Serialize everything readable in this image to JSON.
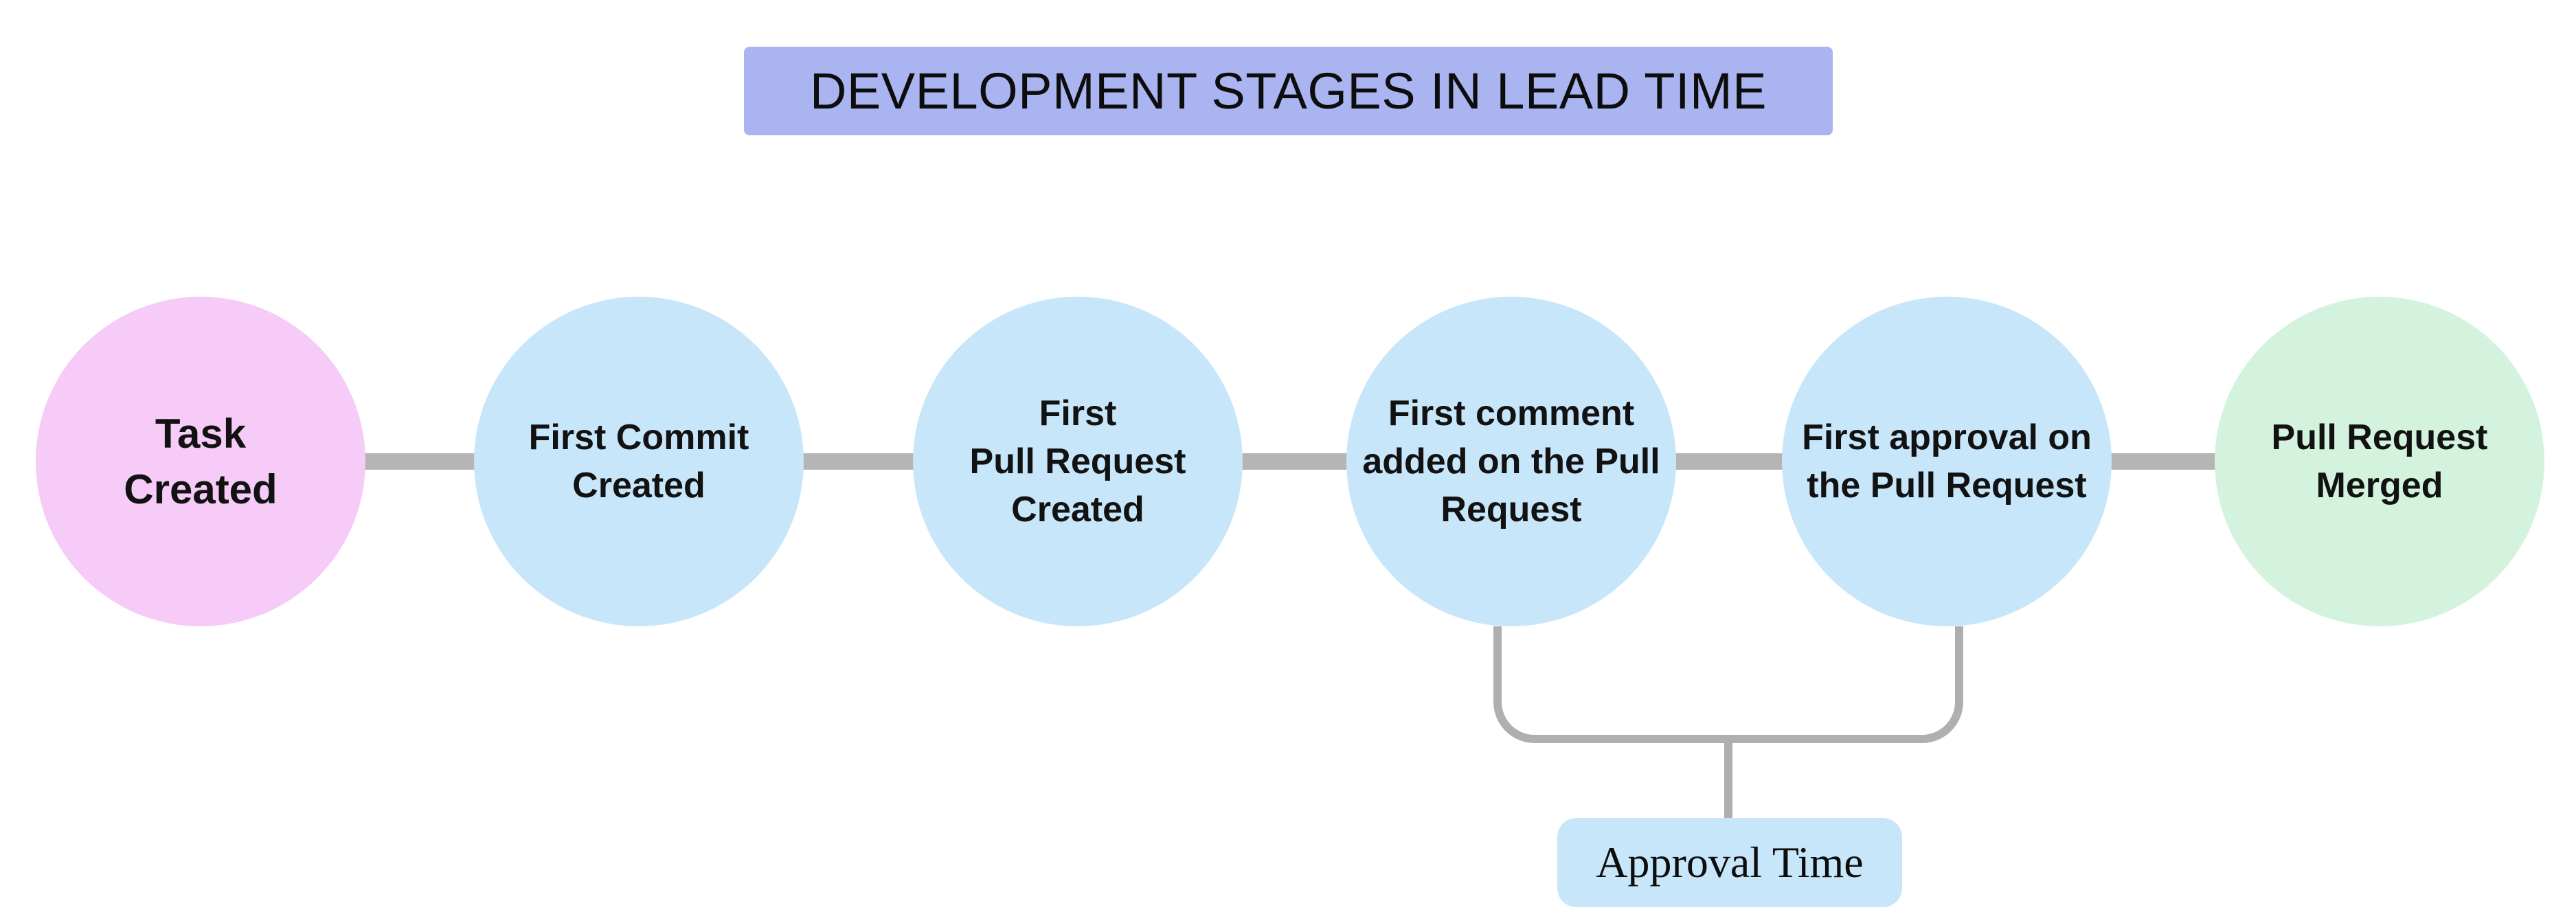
{
  "title": {
    "text": "DEVELOPMENT STAGES IN LEAD TIME",
    "bg_color": "#a9b4f0"
  },
  "stages": [
    {
      "label": "Task\nCreated",
      "color": "#f6cbf7"
    },
    {
      "label": "First Commit\nCreated",
      "color": "#c8e6fa"
    },
    {
      "label": "First\nPull Request\nCreated",
      "color": "#c8e6fa"
    },
    {
      "label": "First comment\nadded on the Pull\nRequest",
      "color": "#c8e6fa"
    },
    {
      "label": "First approval on\nthe Pull Request",
      "color": "#c8e6fa"
    },
    {
      "label": "Pull Request\nMerged",
      "color": "#d4f3de"
    }
  ],
  "annotation": {
    "label": "Approval Time",
    "bg_color": "#c8e6fa"
  },
  "colors": {
    "connector": "#b7b4b4",
    "bracket": "#b1aeae",
    "background": "#ffffff",
    "text": "#121212"
  }
}
